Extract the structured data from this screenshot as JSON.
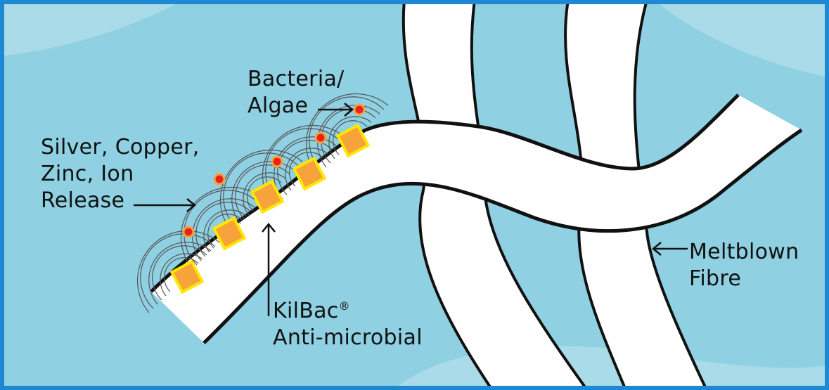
{
  "labels": {
    "bacteria": {
      "line1": "Bacteria/",
      "line2": "Algae"
    },
    "ions": {
      "line1": "Silver, Copper,",
      "line2": "Zinc, Ion",
      "line3": "Release"
    },
    "kilbac": {
      "line1": "KilBac",
      "reg": "®",
      "line2": "Anti-microbial"
    },
    "meltblown": {
      "line1": "Meltblown",
      "line2": "Fibre"
    }
  },
  "colors": {
    "background": "#8fd0e2",
    "border": "#1e88d2",
    "fibre": "#ffffff",
    "outline": "#111111",
    "particle": "#f5a33a",
    "particle_border": "#ffe600",
    "bacteria": "#e8231f",
    "bacteria_ring": "#f5a33a",
    "waves": "#555555"
  }
}
